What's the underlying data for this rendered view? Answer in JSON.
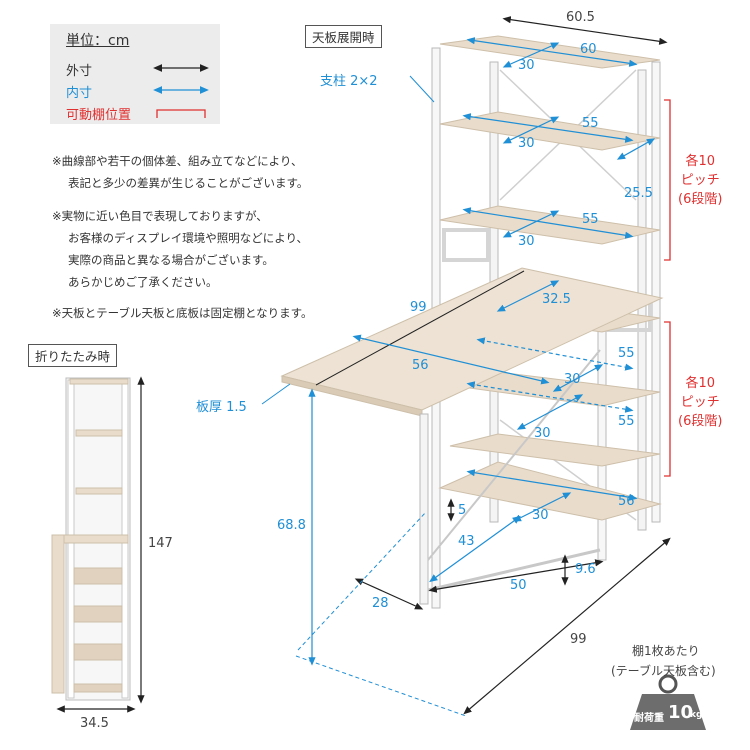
{
  "legend": {
    "unit": "単位：cm",
    "outer": "外寸",
    "inner": "内寸",
    "adjustable": "可動棚位置"
  },
  "notes": {
    "n1_line1": "※曲線部や若干の個体差、組み立てなどにより、",
    "n1_line2": "表記と多少の差異が生じることがございます。",
    "n2_line1": "※実物に近い色目で表現しておりますが、",
    "n2_line2": "お客様のディスプレイ環境や照明などにより、",
    "n2_line3": "実際の商品と異なる場合がございます。",
    "n2_line4": "あらかじめご了承ください。",
    "n3": "※天板とテーブル天板と底板は固定棚となります。"
  },
  "labels": {
    "open_title": "天板展開時",
    "folded_title": "折りたたみ時",
    "pillar": "支柱 2×2",
    "board_thickness": "板厚 1.5",
    "pitch_top": [
      "各10",
      "ピッチ",
      "(6段階)"
    ],
    "pitch_bottom": [
      "各10",
      "ピッチ",
      "(6段階)"
    ],
    "load_line1": "棚1枚あたり",
    "load_line2": "(テーブル天板含む)",
    "load_weight_label": "耐荷重",
    "load_weight_value": "10",
    "load_weight_unit": "kg"
  },
  "dims_outer": {
    "top_width": "60.5",
    "depth_right": "25.5",
    "table_length": "99",
    "height_table": "68.8",
    "foot_depth": "28",
    "bottom_width": "50",
    "overall_depth": "99",
    "folded_height": "147",
    "folded_width": "34.5",
    "foot_height": "9.6",
    "gap5": "5",
    "diag43": "43"
  },
  "dims_inner": {
    "top_w": "60",
    "top_d": "30",
    "s2_w": "55",
    "s2_d": "30",
    "s3_w": "55",
    "s3_d": "30",
    "table_d": "32.5",
    "table_w": "56",
    "s4_w": "55",
    "s4_d": "30",
    "s5_w": "55",
    "s5_d": "30",
    "s6_w": "56",
    "s6_d": "30"
  },
  "colors": {
    "wood": "#e9dccb",
    "wood_edge": "#cdbfa9",
    "frame": "#f4f4f4",
    "frame_edge": "#b9b9b9",
    "outer_line": "#222222",
    "inner_line": "#1f8fd6",
    "adjustable": "#e03030",
    "legend_bg": "#ececec"
  }
}
